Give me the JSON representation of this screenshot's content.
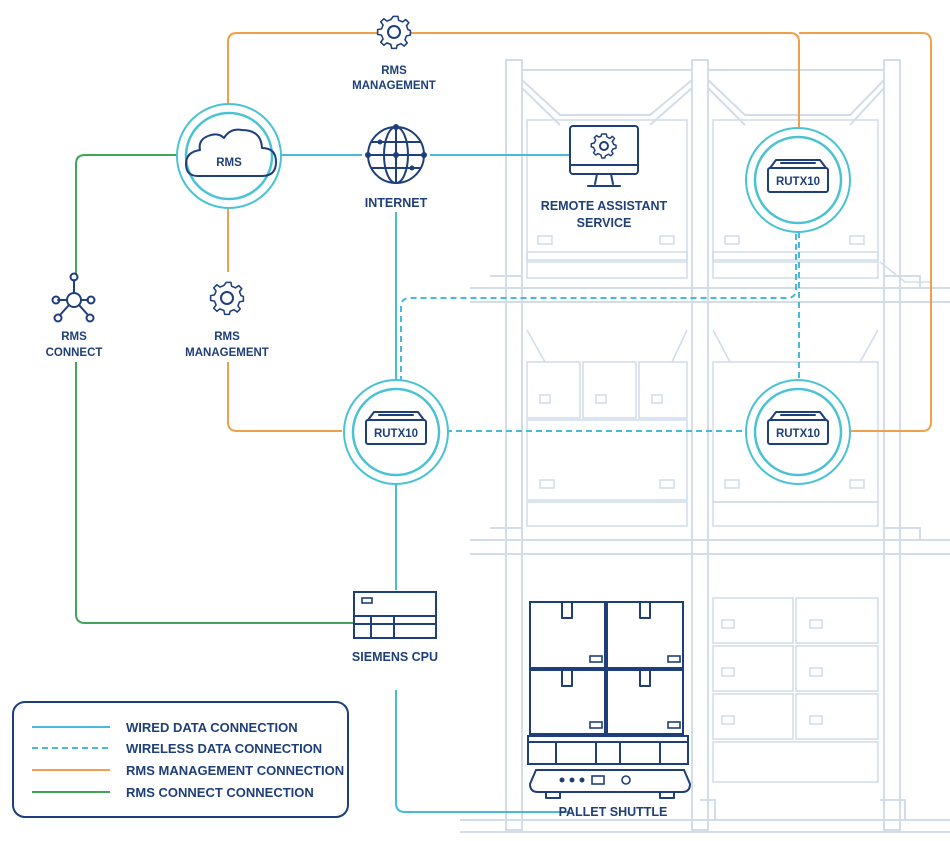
{
  "nodes": {
    "rms": "RMS",
    "internet": "INTERNET",
    "rms_management_top": [
      "RMS",
      "MANAGEMENT"
    ],
    "rms_management_left": [
      "RMS",
      "MANAGEMENT"
    ],
    "rms_connect": [
      "RMS",
      "CONNECT"
    ],
    "remote_assistant": [
      "REMOTE ASSISTANT",
      "SERVICE"
    ],
    "router_top_right": "RUTX10",
    "router_mid_left": "RUTX10",
    "router_mid_right": "RUTX10",
    "siemens_cpu": "SIEMENS CPU",
    "pallet_shuttle": "PALLET SHUTTLE"
  },
  "legend": {
    "items": [
      {
        "label": "WIRED DATA CONNECTION",
        "style": "solid",
        "color": "#49b9dd"
      },
      {
        "label": "WIRELESS DATA CONNECTION",
        "style": "dashed",
        "color": "#49b9dd"
      },
      {
        "label": "RMS MANAGEMENT CONNECTION",
        "style": "solid",
        "color": "#f0a04b"
      },
      {
        "label": "RMS CONNECT CONNECTION",
        "style": "solid",
        "color": "#3fa55b"
      }
    ]
  },
  "colors": {
    "wired": "#49b9dd",
    "management": "#f0a04b",
    "connect": "#3fa55b",
    "text": "#1f3f7a",
    "rack": "#d3dde9"
  }
}
